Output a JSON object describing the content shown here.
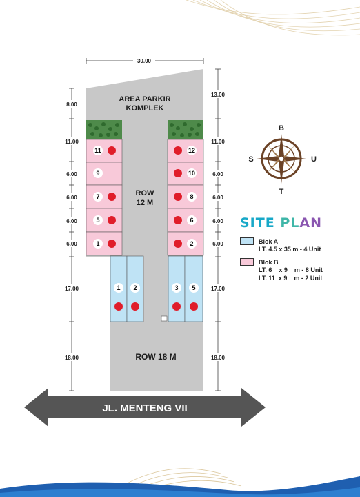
{
  "dimensions": {
    "top_width": "30.00",
    "left": [
      "8.00",
      "11.00",
      "6.00",
      "6.00",
      "6.00",
      "6.00",
      "17.00",
      "18.00"
    ],
    "right": [
      "13.00",
      "11.00",
      "6.00",
      "6.00",
      "6.00",
      "6.00",
      "17.00",
      "18.00"
    ]
  },
  "areas": {
    "parking_line1": "AREA PARKIR",
    "parking_line2": "KOMPLEK",
    "row_center_line1": "ROW",
    "row_center_line2": "12 M",
    "row_bottom": "ROW 18 M"
  },
  "road": {
    "name": "JL. MENTENG VII"
  },
  "units": {
    "blok_b_left": [
      "11",
      "9",
      "7",
      "5",
      "1"
    ],
    "blok_b_right": [
      "12",
      "10",
      "8",
      "6",
      "2"
    ],
    "blok_a": [
      "1",
      "2",
      "3",
      "5"
    ]
  },
  "compass": {
    "north": "B",
    "south": "T",
    "west": "S",
    "east": "U"
  },
  "legend": {
    "title_part1": "SITE",
    "title_part2": " PL",
    "title_part3": "AN",
    "blok_a_label": "Blok A",
    "blok_a_detail": "LT. 4.5 x 35 m - 4 Unit",
    "blok_b_label": "Blok B",
    "blok_b_detail1": "LT. 6    x 9    m - 8 Unit",
    "blok_b_detail2": "LT. 11  x 9    m - 2 Unit"
  },
  "colors": {
    "blok_a": "#bfe3f5",
    "blok_b": "#f8c9d9",
    "ground": "#c8c8c8",
    "unit_dot": "#e01d2a",
    "road": "#555555",
    "compass": "#6b4226",
    "decor_gold": "#d8c49a",
    "decor_blue": "#1f5fb0"
  }
}
